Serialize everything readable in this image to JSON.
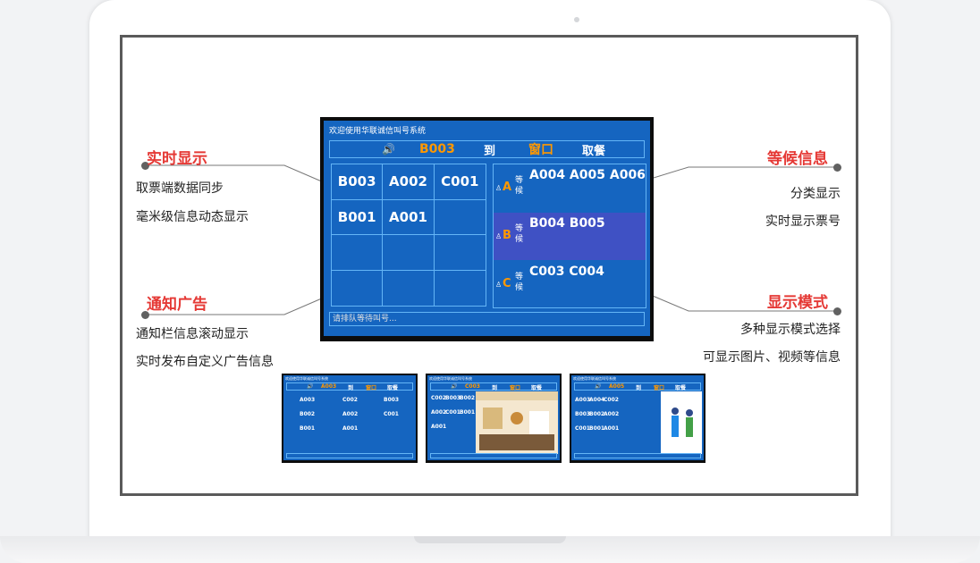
{
  "display": {
    "title": "欢迎使用华联诚信叫号系统",
    "speaker_icon": "🔊",
    "current_number": "B003",
    "arrive_label": "到",
    "window_label": "窗口",
    "pickup_label": "取餐",
    "grid": [
      "B003",
      "A002",
      "C001",
      "B001",
      "A001",
      "",
      "",
      "",
      "",
      "",
      "",
      ""
    ],
    "queues": [
      {
        "icon": "person-icon",
        "letter": "A",
        "wait_label": "等候",
        "numbers": "A004 A005 A006"
      },
      {
        "icon": "person-icon",
        "letter": "B",
        "wait_label": "等候",
        "numbers": "B004 B005"
      },
      {
        "icon": "person-icon",
        "letter": "C",
        "wait_label": "等候",
        "numbers": "C003 C004"
      }
    ],
    "footer": "请排队等待叫号..."
  },
  "annotations": {
    "realtime": {
      "title": "实时显示",
      "lines": [
        "取票端数据同步",
        "毫米级信息动态显示"
      ]
    },
    "notice": {
      "title": "通知广告",
      "lines": [
        "通知栏信息滚动显示",
        "实时发布自定义广告信息"
      ]
    },
    "waiting": {
      "title": "等候信息",
      "lines": [
        "分类显示",
        "实时显示票号"
      ]
    },
    "mode": {
      "title": "显示模式",
      "lines": [
        "多种显示模式选择",
        "可显示图片、视频等信息"
      ]
    }
  },
  "thumbnails": [
    {
      "title": "欢迎使用华联诚信叫号系统",
      "number": "A003",
      "arrive": "到",
      "window": "窗口",
      "pickup": "取餐",
      "rows": [
        [
          "A003",
          "C002",
          "B003"
        ],
        [
          "B002",
          "A002",
          "C001"
        ],
        [
          "B001",
          "A001",
          ""
        ]
      ]
    },
    {
      "title": "欢迎使用华联诚信叫号系统",
      "number": "C003",
      "arrive": "到",
      "window": "窗口",
      "pickup": "取餐",
      "rows": [
        [
          "C002",
          "B003",
          "B002"
        ],
        [
          "A002",
          "C001",
          "B001"
        ],
        [
          "A001",
          "",
          ""
        ]
      ]
    },
    {
      "title": "欢迎使用华联诚信叫号系统",
      "number": "A005",
      "arrive": "到",
      "window": "窗口",
      "pickup": "取餐",
      "rows": [
        [
          "A003",
          "A004",
          "C002"
        ],
        [
          "B003",
          "B002",
          "A002"
        ],
        [
          "C001",
          "B001",
          "A001"
        ]
      ]
    }
  ],
  "colors": {
    "accent": "#e53935",
    "panel": "#1565c0",
    "highlight": "#ff9800"
  }
}
